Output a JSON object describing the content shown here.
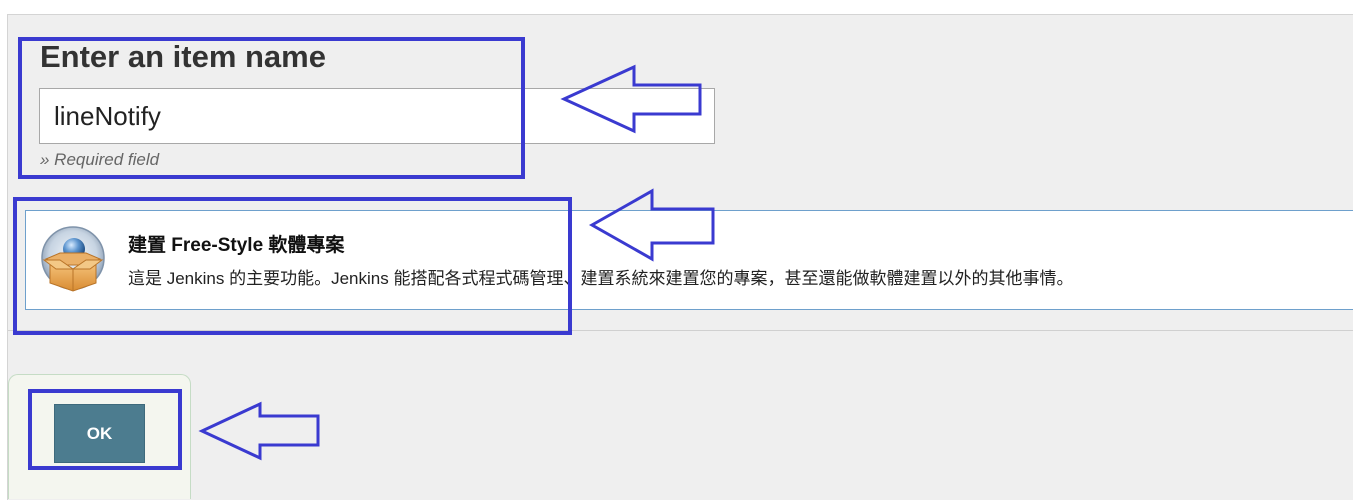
{
  "form": {
    "heading": "Enter an item name",
    "item_name_value": "lineNotify",
    "required_hint": "» Required field"
  },
  "job_types": [
    {
      "title": "建置 Free-Style 軟體專案",
      "description": "這是 Jenkins 的主要功能。Jenkins 能搭配各式程式碼管理、建置系統來建置您的專案，甚至還能做軟體建置以外的其他事情。",
      "icon": "freestyle-package-icon"
    }
  ],
  "actions": {
    "ok_label": "OK"
  },
  "colors": {
    "annotation": "#3a3ad0",
    "ok_button": "#4c7c8f",
    "item_border": "#6ea0cc",
    "panel_background": "#efefef"
  }
}
